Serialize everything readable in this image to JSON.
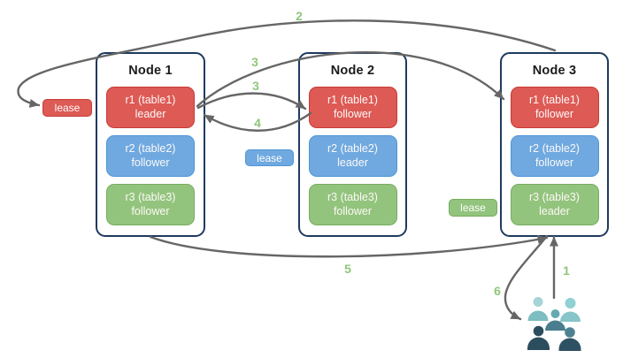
{
  "nodes": [
    {
      "title": "Node 1",
      "replicas": [
        {
          "name": "r1 (table1)",
          "role": "leader",
          "tier": "red"
        },
        {
          "name": "r2 (table2)",
          "role": "follower",
          "tier": "blue"
        },
        {
          "name": "r3 (table3)",
          "role": "follower",
          "tier": "green"
        }
      ]
    },
    {
      "title": "Node 2",
      "replicas": [
        {
          "name": "r1 (table1)",
          "role": "follower",
          "tier": "red"
        },
        {
          "name": "r2 (table2)",
          "role": "leader",
          "tier": "blue"
        },
        {
          "name": "r3 (table3)",
          "role": "follower",
          "tier": "green"
        }
      ]
    },
    {
      "title": "Node 3",
      "replicas": [
        {
          "name": "r1 (table1)",
          "role": "follower",
          "tier": "red"
        },
        {
          "name": "r2 (table2)",
          "role": "follower",
          "tier": "blue"
        },
        {
          "name": "r3 (table3)",
          "role": "leader",
          "tier": "green"
        }
      ]
    }
  ],
  "leases": [
    {
      "label": "lease",
      "tier": "red"
    },
    {
      "label": "lease",
      "tier": "blue"
    },
    {
      "label": "lease",
      "tier": "green"
    }
  ],
  "steps": [
    "1",
    "2",
    "3",
    "3",
    "4",
    "5",
    "6"
  ],
  "icons": {
    "users": "users-group-icon"
  },
  "palette": {
    "red": "#dd5a55",
    "red_border": "#c73c36",
    "blue": "#6fa9e0",
    "blue_border": "#4f96d7",
    "green": "#93c47d",
    "green_border": "#78ac60",
    "node_border": "#1e3a5f",
    "arrow": "#666666",
    "step_label": "#90c679"
  },
  "users_icon_colors": [
    "#a7d4d6",
    "#7ebdc2",
    "#90d1d3",
    "#86c5c9",
    "#64a9b1",
    "#4a7d8e",
    "#2c4d5e",
    "#4e8293",
    "#2e5063"
  ]
}
